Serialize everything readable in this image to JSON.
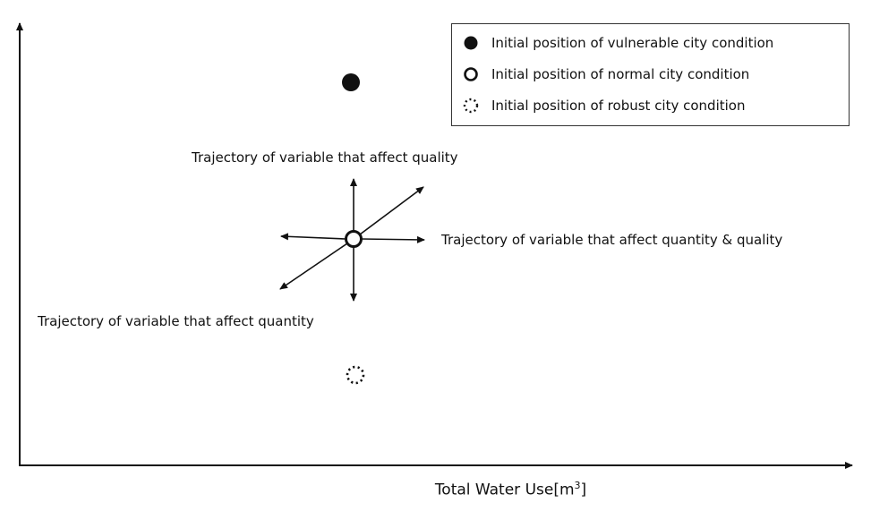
{
  "axis": {
    "x_label_prefix": "Total Water Use[m",
    "x_label_sup": "3",
    "x_label_suffix": "]"
  },
  "legend": {
    "items": [
      {
        "label": "Initial position of vulnerable city condition",
        "marker": "filled-circle-icon"
      },
      {
        "label": "Initial position of normal city condition",
        "marker": "hollow-circle-icon"
      },
      {
        "label": "Initial position of robust city condition",
        "marker": "dotted-circle-icon"
      }
    ]
  },
  "annotations": {
    "quality": "Trajectory of variable that affect quality",
    "quantity_quality": "Trajectory of variable that affect quantity & quality",
    "quantity": "Trajectory of variable that affect quantity"
  },
  "colors": {
    "ink": "#111111",
    "background": "#ffffff"
  }
}
